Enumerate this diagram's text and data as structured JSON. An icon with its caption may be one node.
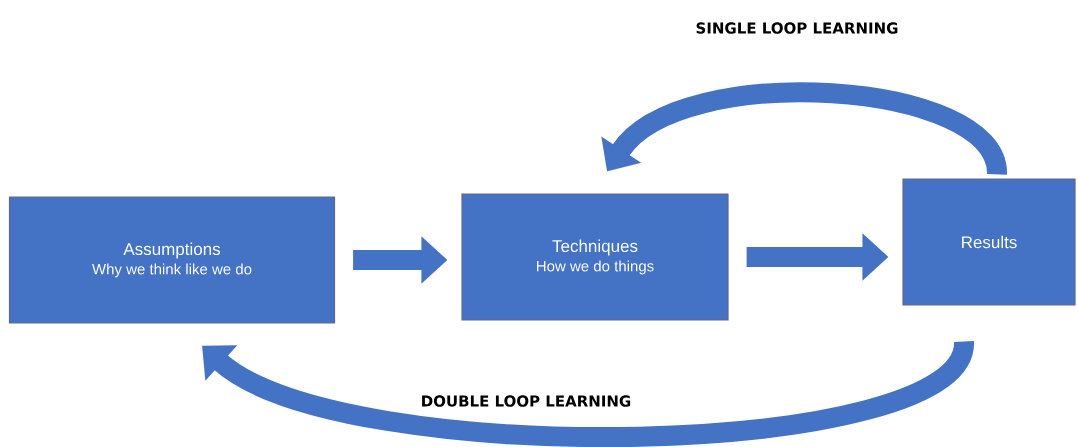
{
  "diagram": {
    "nodes": [
      {
        "text": [
          "Assumptions",
          "Why we think like we do"
        ]
      },
      {
        "text": [
          "Techniques",
          "How we do things"
        ]
      },
      {
        "text": [
          "Results"
        ]
      }
    ],
    "edges": [
      {
        "from": 0,
        "to": 1,
        "arrow": "to"
      },
      {
        "from": 1,
        "to": 2,
        "arrow": "to"
      },
      {
        "from": 2,
        "to": 1,
        "arrow": "to",
        "label": "SINGLE LOOP LEARNING"
      },
      {
        "from": 2,
        "to": 0,
        "arrow": "to",
        "label": "DOUBLE LOOP LEARNING"
      }
    ]
  }
}
